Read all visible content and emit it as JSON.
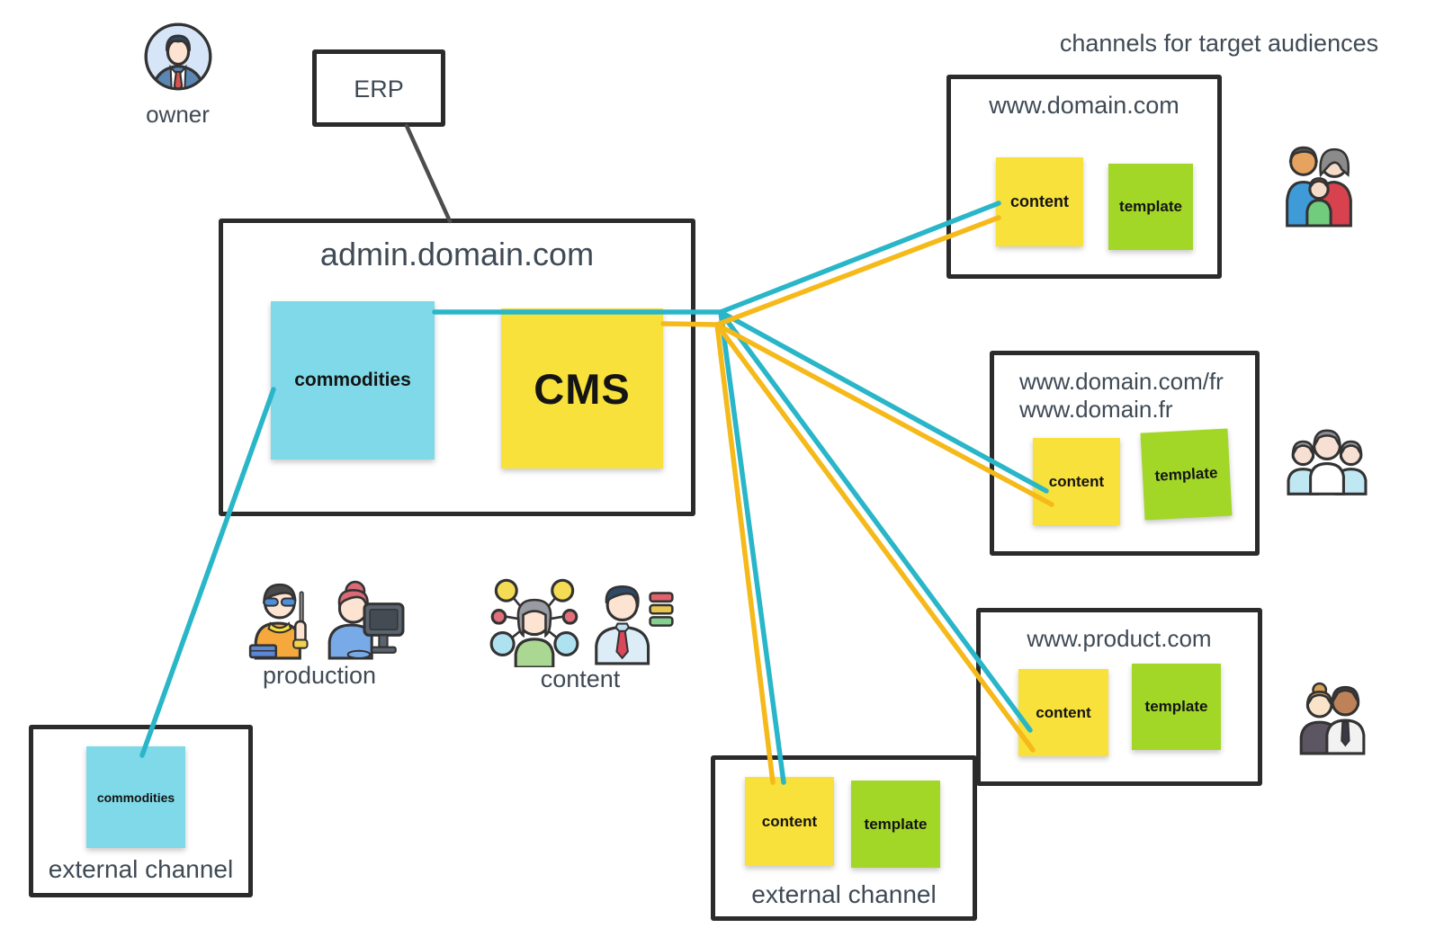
{
  "heading": {
    "channels": "channels for target audiences"
  },
  "owner": {
    "label": "owner",
    "icon": "owner-avatar-icon"
  },
  "erp": {
    "label": "ERP"
  },
  "admin": {
    "title": "admin.domain.com",
    "commodities_label": "commodities",
    "cms_label": "CMS"
  },
  "channels": [
    {
      "title": "www.domain.com",
      "content_label": "content",
      "template_label": "template",
      "audience_icon": "family-audience-icon"
    },
    {
      "title_line1": "www.domain.com/fr",
      "title_line2": "www.domain.fr",
      "content_label": "content",
      "template_label": "template",
      "audience_icon": "seniors-audience-icon"
    },
    {
      "title": "www.product.com",
      "content_label": "content",
      "template_label": "template",
      "audience_icon": "business-duo-icon"
    }
  ],
  "external_channels": [
    {
      "label": "external channel",
      "commodities_label": "commodities"
    },
    {
      "label": "external channel",
      "content_label": "content",
      "template_label": "template"
    }
  ],
  "teams": [
    {
      "label": "production",
      "icons": [
        "technician-icon",
        "designer-at-monitor-icon"
      ]
    },
    {
      "label": "content",
      "icons": [
        "network-person-icon",
        "editor-with-list-icon"
      ]
    }
  ],
  "colors": {
    "cyan_note": "#7fd9e8",
    "yellow_note": "#f8e13a",
    "green_note": "#a2d627",
    "teal_line": "#29b6c8",
    "yellow_line": "#f5b91a",
    "dark_line": "#4d4d4d",
    "frame_border": "#2b2b2b",
    "text": "#3f4a55"
  }
}
